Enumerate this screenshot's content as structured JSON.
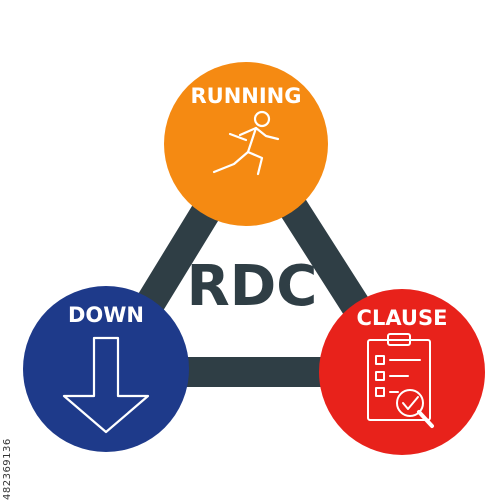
{
  "center_label": "RDC",
  "nodes": {
    "running": {
      "label": "RUNNING",
      "color": "#F58A12",
      "icon": "running-person-icon"
    },
    "down": {
      "label": "DOWN",
      "color": "#1E3A8A",
      "icon": "arrow-down-icon"
    },
    "clause": {
      "label": "CLAUSE",
      "color": "#E8221B",
      "icon": "checklist-magnifier-icon"
    }
  },
  "triangle_color": "#2F3E45",
  "stock_id": "482369136"
}
